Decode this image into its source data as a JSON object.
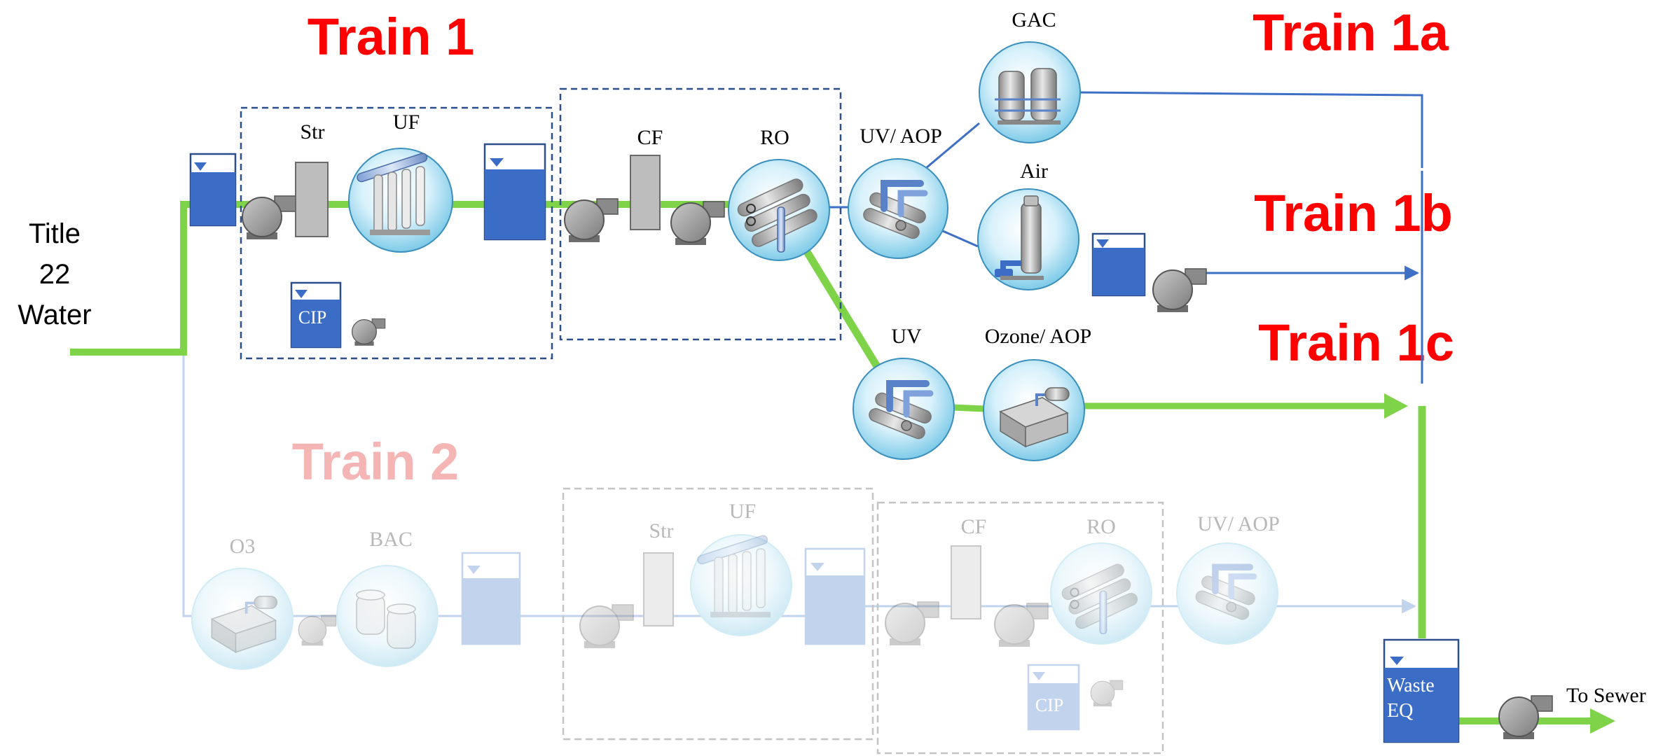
{
  "colors": {
    "flow_green": "#7ed348",
    "line_blue": "#3d6fc4",
    "tank_blue": "#3b6cc6",
    "train_red": "#ff0000",
    "train2_faded_red": "#f6b5b5",
    "faded_blue": "#c2d3ee",
    "faded_text": "#b8b8b8",
    "dashed_box": "#2b4f8c"
  },
  "source_label": [
    "Title",
    "22",
    "Water"
  ],
  "trains": {
    "t1": "Train 1",
    "t1a": "Train 1a",
    "t1b": "Train 1b",
    "t1c": "Train 1c",
    "t2": "Train 2"
  },
  "train1_units": {
    "str": "Str",
    "uf": "UF",
    "cip": "CIP",
    "cf": "CF",
    "ro": "RO",
    "uv_aop": "UV/ AOP",
    "gac": "GAC",
    "air": "Air",
    "uv": "UV",
    "ozone_aop": "Ozone/ AOP"
  },
  "train2_units": {
    "o3": "O3",
    "bac": "BAC",
    "str": "Str",
    "uf": "UF",
    "cf": "CF",
    "ro": "RO",
    "uv_aop": "UV/ AOP",
    "cip": "CIP"
  },
  "waste": {
    "line1": "Waste",
    "line2": "EQ",
    "sewer_label": "To Sewer"
  },
  "icons": {
    "tank": "tank-icon",
    "pump": "pump-icon",
    "strainer": "strainer-icon",
    "uf_module": "uf-module-icon",
    "ro_vessels": "ro-vessels-icon",
    "uv_reactor": "uv-reactor-icon",
    "gac_vessels": "gac-vessels-icon",
    "air_stripper": "air-stripper-icon",
    "ozone_contactor": "ozone-contactor-icon",
    "bac_filter": "bac-filter-icon"
  }
}
